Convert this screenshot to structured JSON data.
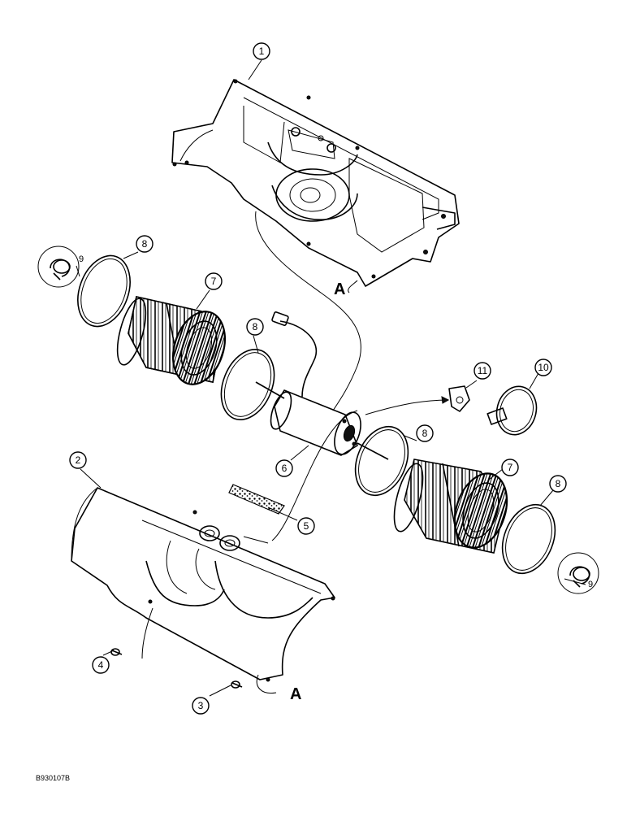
{
  "callouts": {
    "c1": "1",
    "c2": "2",
    "c3": "3",
    "c4": "4",
    "c5": "5",
    "c6": "6",
    "c7a": "7",
    "c7b": "7",
    "c8a": "8",
    "c8b": "8",
    "c8c": "8",
    "c8d": "8",
    "c9a": "9",
    "c9b": "9",
    "c10": "10",
    "c11": "11"
  },
  "reference_letters": {
    "upper": "A",
    "lower": "A"
  },
  "figure_code": "B930107B"
}
